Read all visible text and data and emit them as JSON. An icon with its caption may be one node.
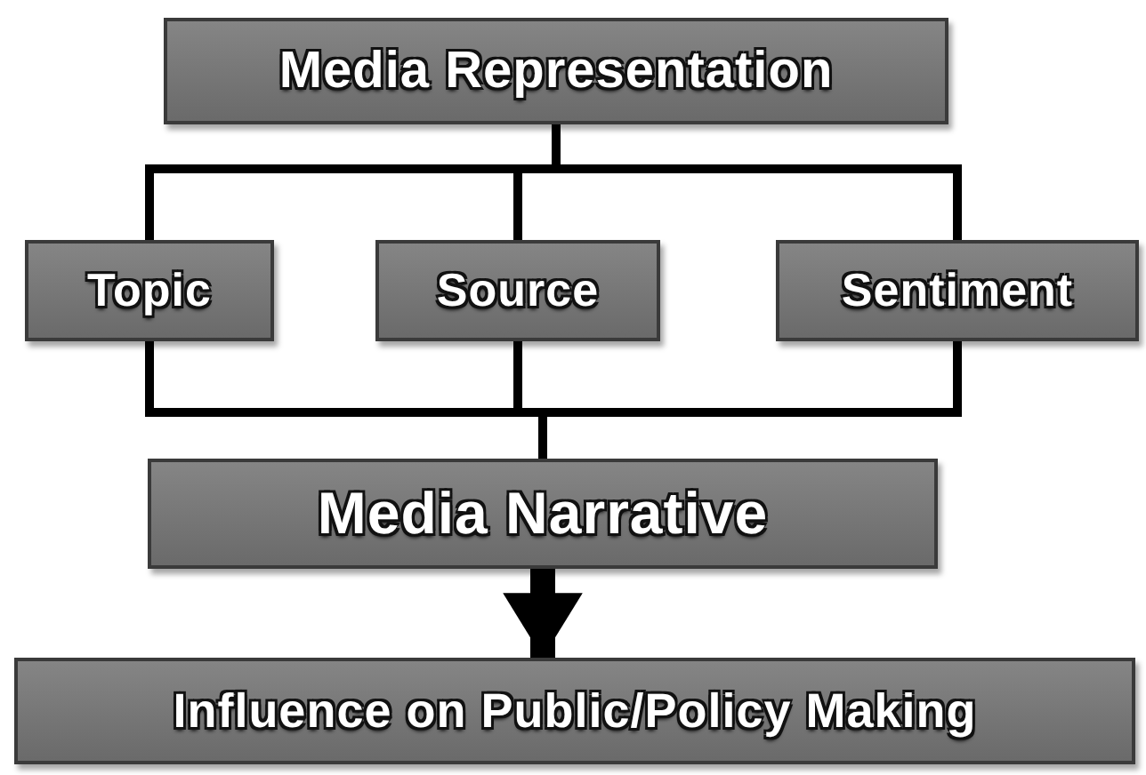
{
  "diagram": {
    "nodes": [
      {
        "text": [
          "Media Representation"
        ]
      },
      {
        "text": [
          "Topic"
        ]
      },
      {
        "text": [
          "Source"
        ]
      },
      {
        "text": [
          "Sentiment"
        ]
      },
      {
        "text": [
          "Media Narrative"
        ]
      },
      {
        "text": [
          "Influence on Public/Policy Making"
        ]
      }
    ],
    "edges": [
      {
        "from": 0,
        "to": 1,
        "arrow": "none"
      },
      {
        "from": 0,
        "to": 2,
        "arrow": "none"
      },
      {
        "from": 0,
        "to": 3,
        "arrow": "none"
      },
      {
        "from": 1,
        "to": 4,
        "arrow": "none"
      },
      {
        "from": 2,
        "to": 4,
        "arrow": "none"
      },
      {
        "from": 3,
        "to": 4,
        "arrow": "none"
      },
      {
        "from": 4,
        "to": 5,
        "arrow": "to",
        "style": "thick"
      }
    ]
  }
}
